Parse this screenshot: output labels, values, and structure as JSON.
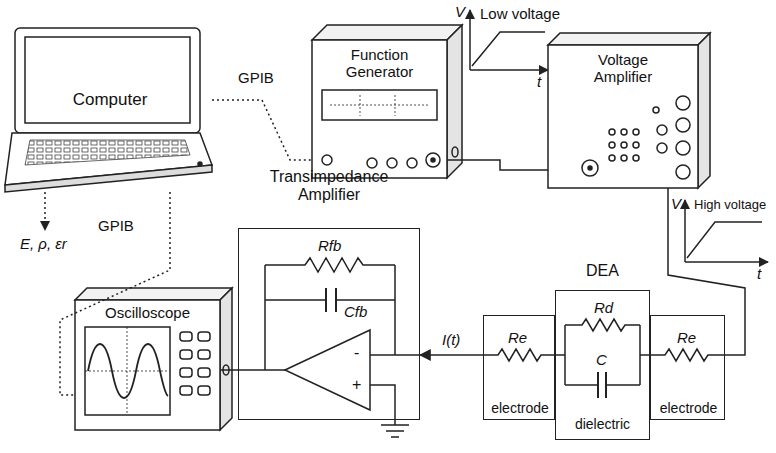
{
  "diagram": {
    "nodes": [
      {
        "text": [
          "Computer"
        ]
      },
      {
        "text": [
          "Function Generator"
        ]
      },
      {
        "text": [
          "Voltage Amplifier"
        ]
      },
      {
        "text": [
          "Oscilloscope"
        ]
      },
      {
        "text": [
          "Transimpedance Amplifier"
        ]
      },
      {
        "text": [
          "electrode"
        ]
      },
      {
        "text": [
          "DEA",
          "dielectric"
        ]
      },
      {
        "text": [
          "electrode"
        ]
      }
    ],
    "edges": [
      {
        "from": 0,
        "to": 1,
        "label": "GPIB",
        "arrow": "none"
      },
      {
        "from": 1,
        "to": 2,
        "arrow": "none"
      },
      {
        "from": 2,
        "to": 7,
        "arrow": "none"
      },
      {
        "from": 0,
        "to": 3,
        "label": "GPIB",
        "arrow": "none"
      },
      {
        "from": 3,
        "to": 4,
        "arrow": "none"
      },
      {
        "from": 5,
        "to": 4,
        "label": "I(t)",
        "arrow": "to"
      }
    ],
    "labels": [
      "V",
      "t",
      "Low voltage",
      "V",
      "t",
      "High voltage",
      "E, ρ, εr",
      "Rfb",
      "Cfb",
      "-",
      "+",
      "Re",
      "Rd",
      "C",
      "Re"
    ]
  }
}
